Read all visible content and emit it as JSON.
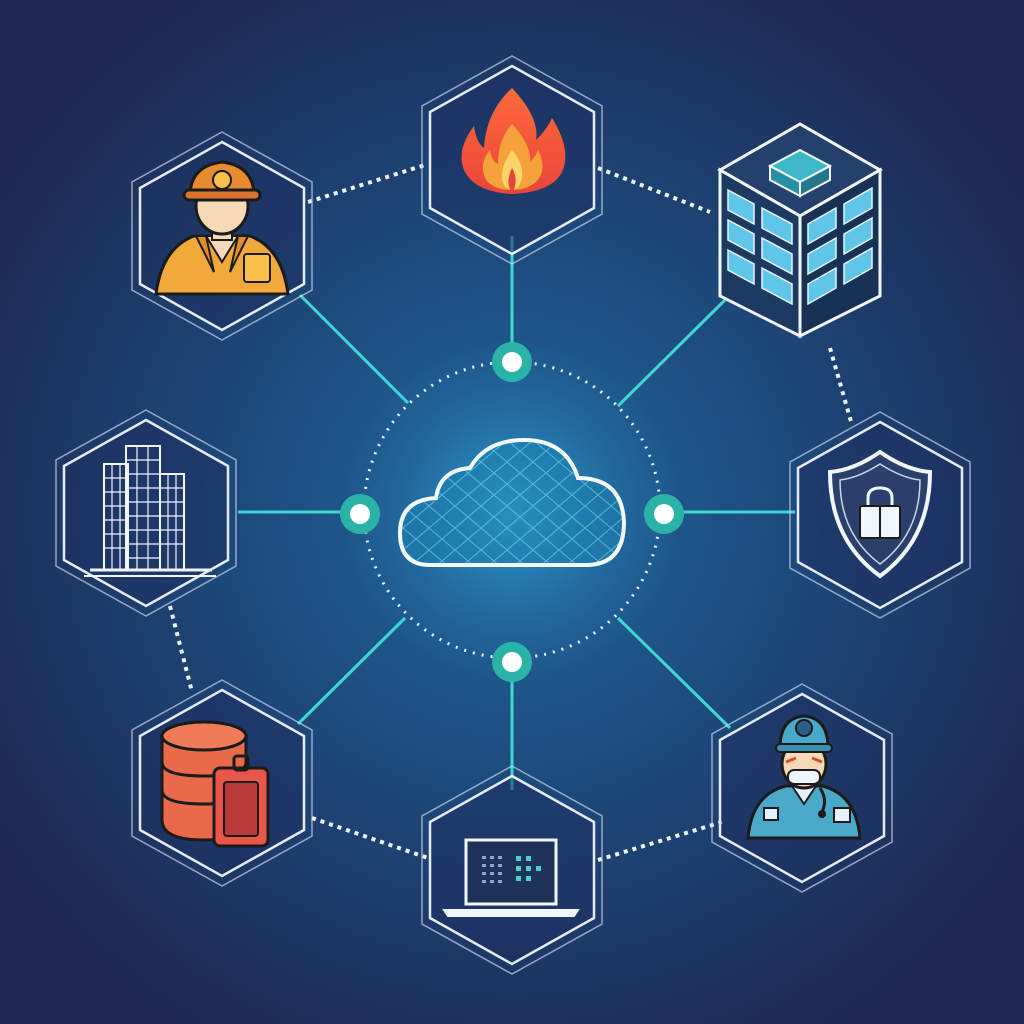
{
  "title": "",
  "colors": {
    "background_outer": "#1d2750",
    "background_inner": "#1f5c84",
    "connector": "#3fd6d6",
    "dotted": "#e8f0ff",
    "hex_stroke": "#e6ecf7",
    "node": "#29b3a6",
    "cloud_glow": "#35c6e8"
  },
  "hub": {
    "icon": "cloud-network-icon"
  },
  "nodes": [
    {
      "id": "top",
      "icon": "fire-icon"
    },
    {
      "id": "top-right",
      "icon": "data-center-building-icon"
    },
    {
      "id": "right",
      "icon": "security-shield-lock-icon"
    },
    {
      "id": "bottom-right",
      "icon": "engineer-with-helmet-icon"
    },
    {
      "id": "bottom",
      "icon": "laptop-monitoring-icon"
    },
    {
      "id": "bottom-left",
      "icon": "database-with-tag-icon"
    },
    {
      "id": "left",
      "icon": "office-buildings-icon"
    },
    {
      "id": "top-left",
      "icon": "firefighter-icon"
    }
  ]
}
